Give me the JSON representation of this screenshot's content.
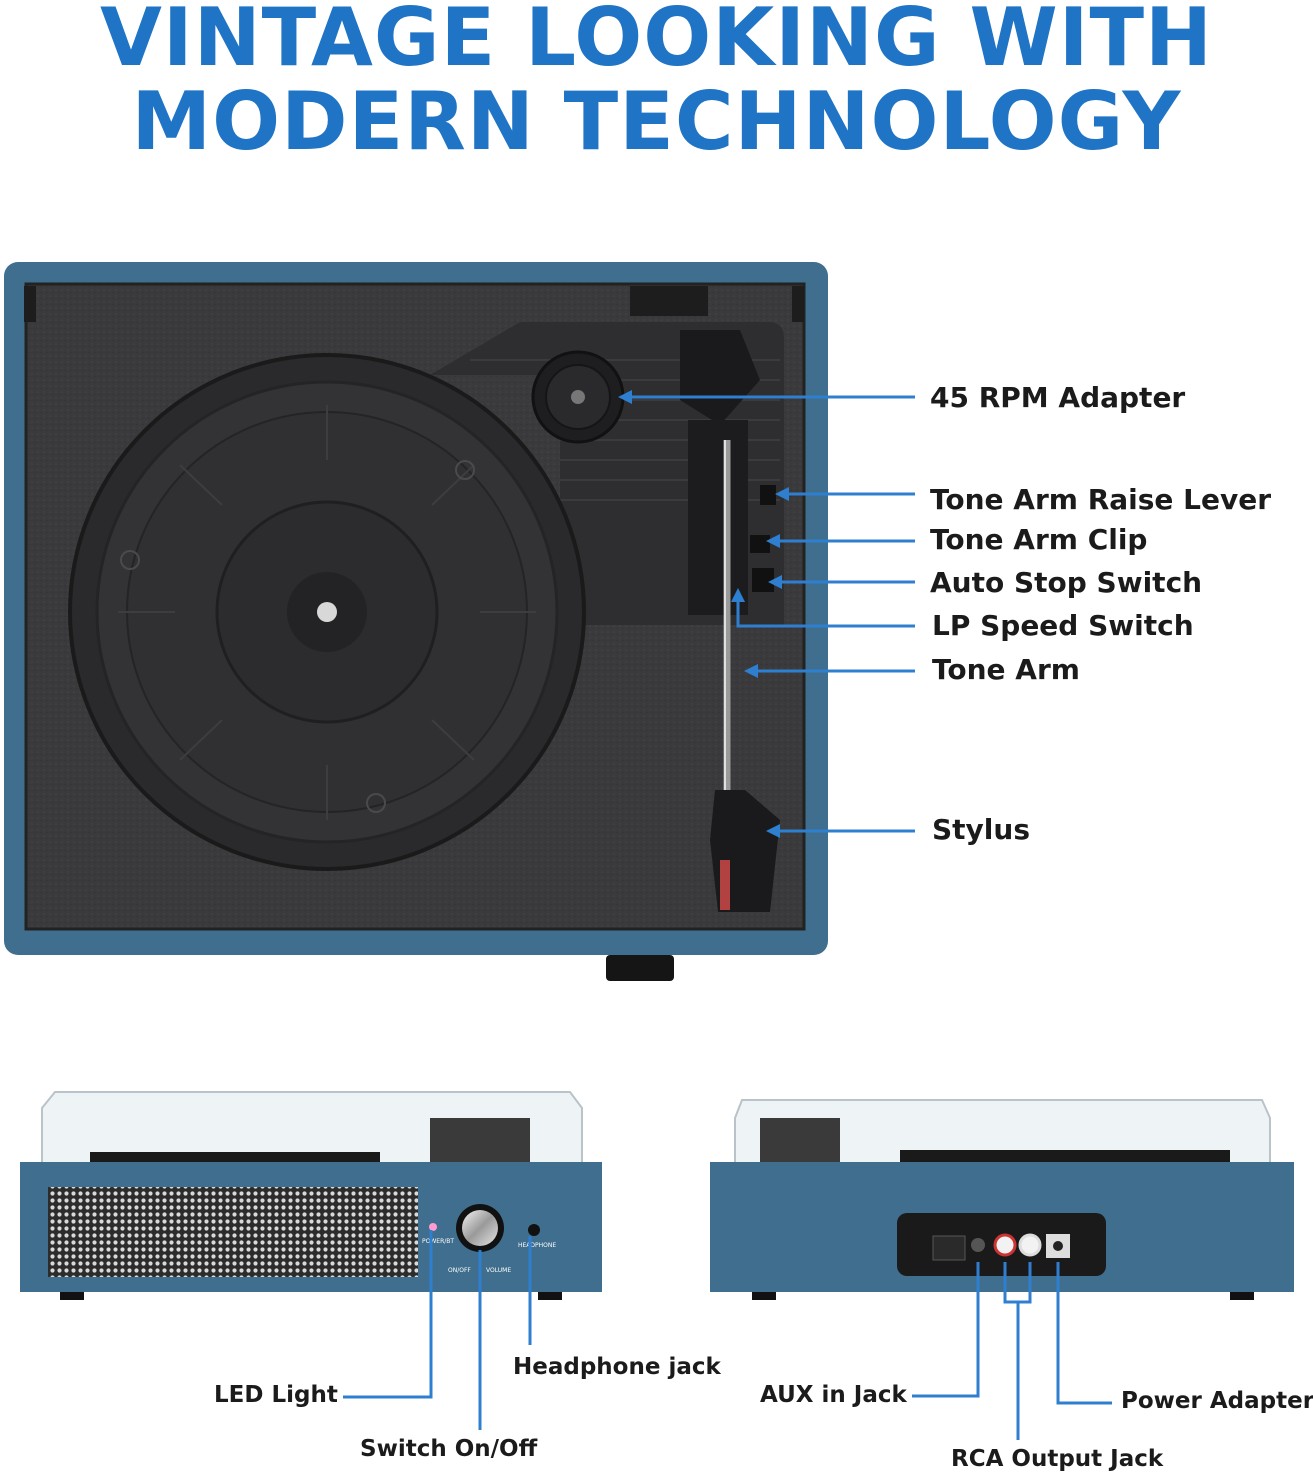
{
  "headline": {
    "line1": "VINTAGE LOOKING WITH",
    "line2": "MODERN TECHNOLOGY"
  },
  "top_view_callouts": {
    "adapter": "45 RPM Adapter",
    "raise_lever": "Tone Arm Raise Lever",
    "arm_clip": "Tone Arm Clip",
    "auto_stop": "Auto Stop Switch",
    "speed_switch": "LP Speed Switch",
    "tone_arm": "Tone Arm",
    "stylus": "Stylus"
  },
  "front_view": {
    "panel_power": "POWER/BT",
    "panel_onoff": "ON/OFF",
    "panel_volume": "VOLUME",
    "panel_headphone": "HEADPHONE",
    "callouts": {
      "led": "LED Light",
      "switch": "Switch On/Off",
      "headphone": "Headphone jack"
    }
  },
  "back_view": {
    "callouts": {
      "aux": "AUX in Jack",
      "rca": "RCA Output Jack",
      "power": "Power Adapter"
    }
  },
  "colors": {
    "headline": "#1f74c6",
    "case_blue": "#3f6e8e",
    "callout_line": "#2f7fd0",
    "label_text": "#1b1b1b"
  }
}
